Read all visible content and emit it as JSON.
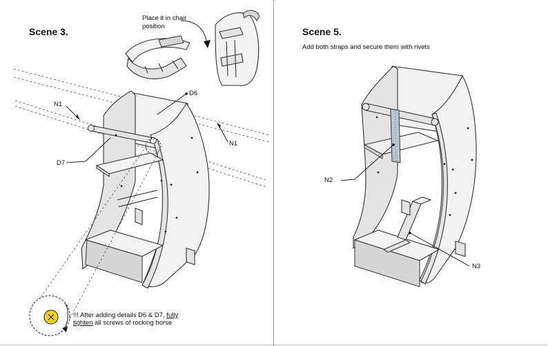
{
  "left": {
    "scene_title": "Scene 3.",
    "rotate_note_line1": "Place it in chair",
    "rotate_note_line2": "position",
    "labels": {
      "n1_left": "N1",
      "n1_right": "N1",
      "d6": "D6",
      "d7": "D7"
    },
    "warning": {
      "prefix": "!!! After adding details D6 & D7, ",
      "emphasis_line1": "fully",
      "emphasis_line2": "tighten",
      "suffix": " all screws of rocking horse"
    },
    "screw_color": "#f2d21b"
  },
  "right": {
    "scene_title": "Scene 5.",
    "instruction": "Add both straps and secure them with rivets",
    "labels": {
      "n2": "N2",
      "n3": "N3"
    },
    "strap_color": "#b7c7d6"
  }
}
